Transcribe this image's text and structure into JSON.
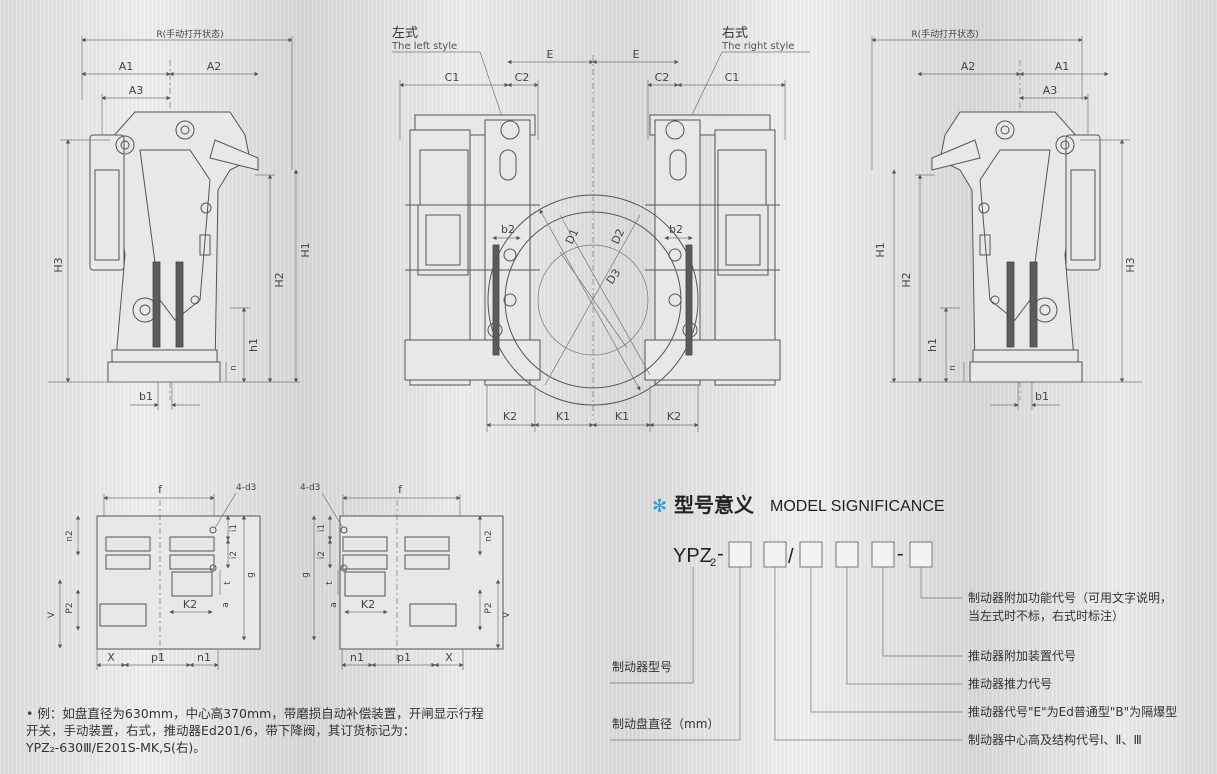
{
  "dimension_labels": {
    "R": "R(手动打开状态)",
    "A1": "A1",
    "A2": "A2",
    "A3": "A3",
    "H1": "H1",
    "H2": "H2",
    "H3": "H3",
    "h1": "h1",
    "n": "n",
    "b1": "b1",
    "C1": "C1",
    "C2": "C2",
    "E": "E",
    "b2": "b2",
    "D1": "D1",
    "D2": "D2",
    "D3": "D3",
    "K1": "K1",
    "K2": "K2",
    "f": "f",
    "d3": "4-d3",
    "n2": "n2",
    "i1": "i1",
    "i2": "i2",
    "g": "g",
    "t": "t",
    "a": "a",
    "P2": "P2",
    "V": "V",
    "X": "X",
    "p1": "p1",
    "n1": "n1"
  },
  "styles": {
    "left_cn": "左式",
    "left_en": "The left style",
    "right_cn": "右式",
    "right_en": "The right style"
  },
  "model": {
    "title_cn": "型号意义",
    "title_en": "MODEL SIGNIFICANCE",
    "code_main": "YPZ",
    "code_sub": "2",
    "separator_slash": "/",
    "separator_dash": "-",
    "descriptions": {
      "additional_function": "制动器附加功能代号（可用文字说明，",
      "additional_function_2": "当左式时不标，右式时标注）",
      "pusher_device": "推动器附加装置代号",
      "pusher_force": "推动器推力代号",
      "pusher_code": "推动器代号\"E\"为Ed普通型\"B\"为隔爆型",
      "center_height": "制动器中心高及结构代号Ⅰ、Ⅱ、Ⅲ",
      "brake_model": "制动器型号",
      "disc_diameter": "制动盘直径（mm）"
    }
  },
  "example_note": {
    "bullet": "•",
    "line1": "例：如盘直径为630mm，中心高370mm，带磨损自动补偿装置，开闸显示行程",
    "line2": "开关，手动装置，右式，推动器Ed201/6，带下降阀，其订货标记为：",
    "line3": "YPZ₂-630Ⅲ/E201S-MK,S(右)。"
  },
  "colors": {
    "accent": "#2a9fd6",
    "line": "#555555",
    "background": "#e2e2e2"
  }
}
